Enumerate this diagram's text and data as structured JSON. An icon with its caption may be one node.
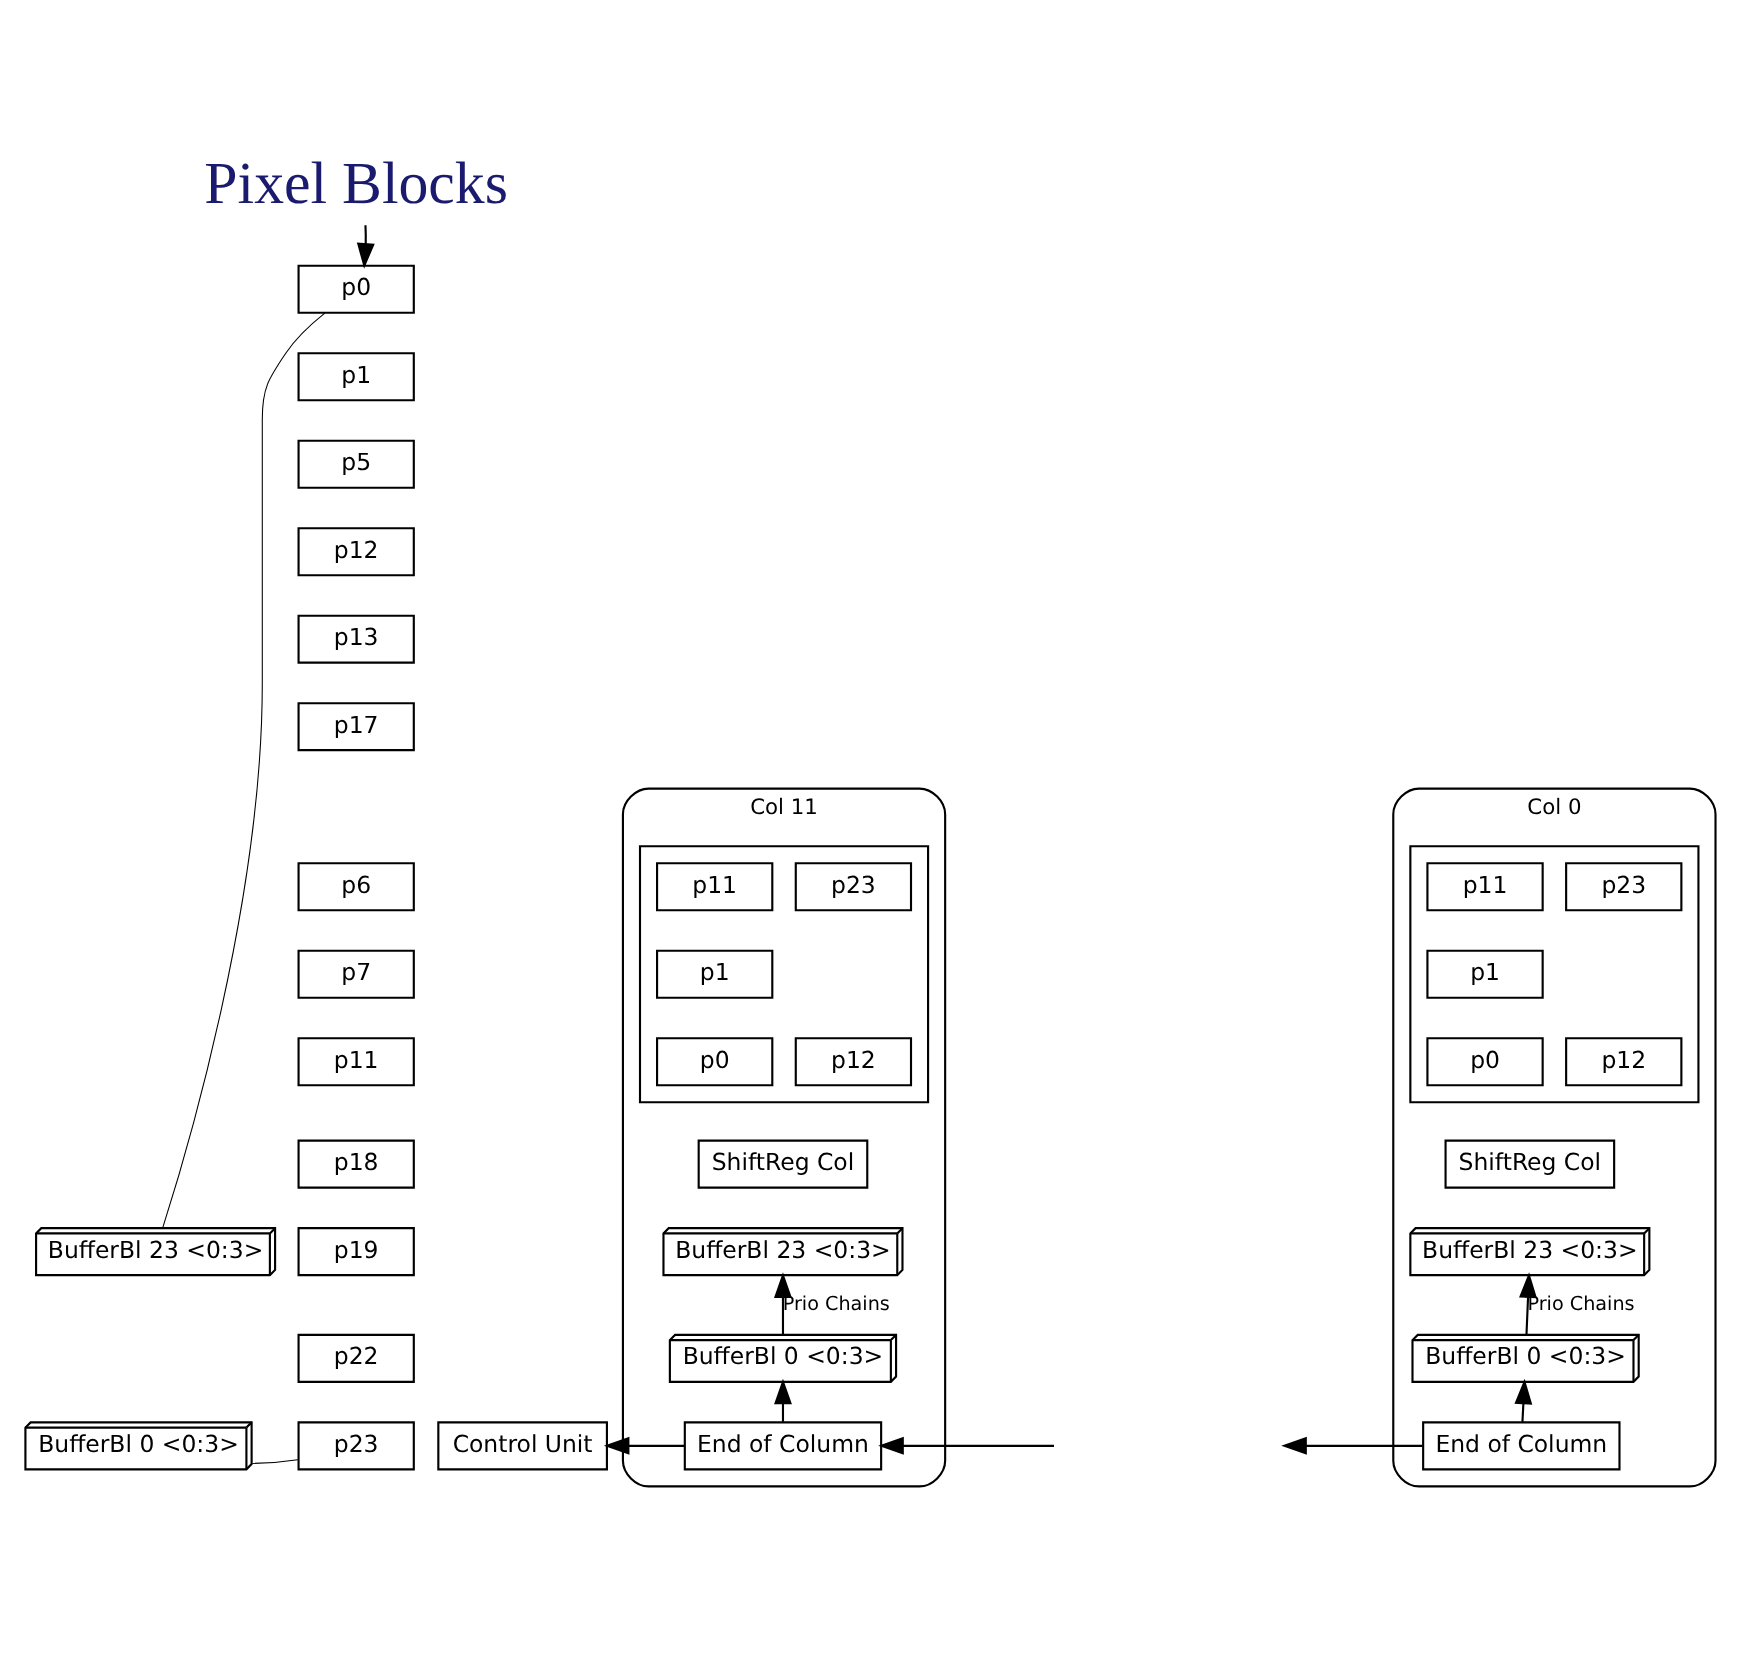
{
  "diagram": {
    "nodes": [
      {
        "text": [
          "Pixel Blocks"
        ]
      },
      {
        "text": [
          "Col 11"
        ]
      },
      {
        "text": [],
        "shape": "box",
        "in": 1
      },
      {
        "text": [
          "p11"
        ],
        "in": 2
      },
      {
        "text": [
          "p23"
        ],
        "in": 2
      },
      {
        "text": [
          "p1"
        ],
        "in": 2
      },
      {
        "text": [
          "p0"
        ],
        "in": 2
      },
      {
        "text": [
          "p12"
        ],
        "in": 2
      },
      {
        "text": [
          "ShiftReg Col"
        ],
        "in": 1
      },
      {
        "text": [
          "BufferBl 23 <0:3>"
        ],
        "in": 1
      },
      {
        "text": [
          "BufferBl 0 <0:3>"
        ],
        "in": 1
      },
      {
        "text": [
          "End of Column"
        ],
        "in": 1
      },
      {
        "text": [
          "Control Unit"
        ]
      },
      {
        "text": [
          "Col 0"
        ]
      },
      {
        "text": [],
        "shape": "box",
        "in": 13
      },
      {
        "text": [
          "p11"
        ],
        "in": 14
      },
      {
        "text": [
          "p23"
        ],
        "in": 14
      },
      {
        "text": [
          "p1"
        ],
        "in": 14
      },
      {
        "text": [
          "p0"
        ],
        "in": 14
      },
      {
        "text": [
          "p12"
        ],
        "in": 14
      },
      {
        "text": [
          "ShiftReg Col"
        ],
        "in": 13
      },
      {
        "text": [
          "BufferBl 23 <0:3>"
        ],
        "in": 13
      },
      {
        "text": [
          "BufferBl 0 <0:3>"
        ],
        "in": 13
      },
      {
        "text": [
          "End of Column"
        ],
        "in": 13
      },
      {
        "text": [
          "BufferBl 23 <0:3>"
        ]
      },
      {
        "text": [
          "BufferBl 0 <0:3>"
        ]
      },
      {
        "text": [
          "p0"
        ]
      },
      {
        "text": [
          "p1"
        ]
      },
      {
        "text": [
          "p5"
        ]
      },
      {
        "text": [
          "p12"
        ]
      },
      {
        "text": [
          "p13"
        ]
      },
      {
        "text": [
          "p17"
        ]
      },
      {
        "text": [
          "p6"
        ]
      },
      {
        "text": [
          "p7"
        ]
      },
      {
        "text": [
          "p11"
        ]
      },
      {
        "text": [
          "p18"
        ]
      },
      {
        "text": [
          "p19"
        ]
      },
      {
        "text": [
          "p22"
        ]
      },
      {
        "text": [
          "p23"
        ]
      }
    ],
    "edges": [
      {
        "from": 0,
        "to": 26,
        "arrow": "to"
      },
      {
        "from": 11,
        "to": 10,
        "arrow": "to"
      },
      {
        "from": 10,
        "to": 9,
        "arrow": "to",
        "label": "Prio Chains"
      },
      {
        "from": 11,
        "to": 12,
        "arrow": "to"
      },
      {
        "from": null,
        "to": 11,
        "arrow": "to"
      },
      {
        "from": 23,
        "to": 22,
        "arrow": "to"
      },
      {
        "from": 22,
        "to": 21,
        "arrow": "to",
        "label": "Prio Chains"
      },
      {
        "from": 23,
        "to": null,
        "arrow": "to"
      },
      {
        "from": 24,
        "to": 26,
        "arrow": "none"
      },
      {
        "from": 25,
        "to": 38,
        "arrow": "none"
      }
    ]
  }
}
